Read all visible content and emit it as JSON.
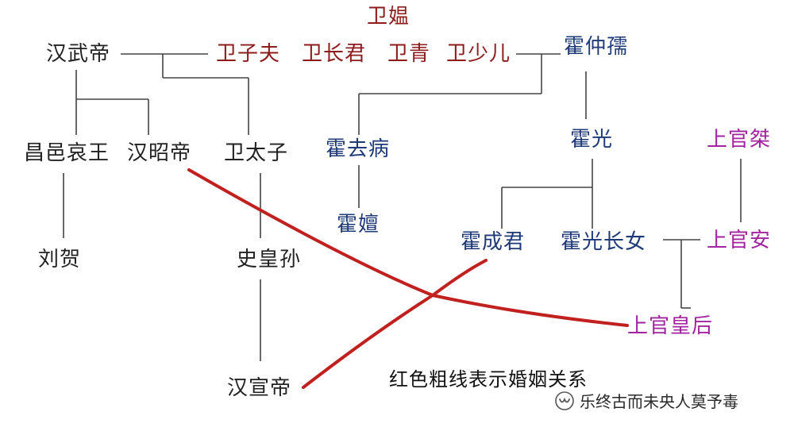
{
  "colors": {
    "black": "#222222",
    "wei_family": "#8e1c1c",
    "huo_family": "#1e3a78",
    "shangguan_family": "#a324a0",
    "marriage_line": "#c0201e",
    "kinship_line": "#444444"
  },
  "people": {
    "wei_ao": "卫媪",
    "han_wudi": "汉武帝",
    "wei_zifu": "卫子夫",
    "wei_zhangjun": "卫长君",
    "wei_qing": "卫青",
    "wei_shaoer": "卫少儿",
    "huo_zhongru": "霍仲孺",
    "changyi_aiwang": "昌邑哀王",
    "han_zhaodi": "汉昭帝",
    "wei_taizi": "卫太子",
    "huo_qubing": "霍去病",
    "huo_guang": "霍光",
    "shangguan_jie": "上官桀",
    "liu_he": "刘贺",
    "shi_huangsun": "史皇孙",
    "huo_shan": "霍嬗",
    "huo_chengjun": "霍成君",
    "huo_guang_eldest_daughter": "霍光长女",
    "shangguan_an": "上官安",
    "shangguan_huanghou": "上官皇后",
    "han_xuandi": "汉宣帝"
  },
  "legend": {
    "marriage_caption": "红色粗线表示婚姻关系"
  },
  "watermark": {
    "icon": "wechat-channel-icon",
    "text": "乐终古而未央人莫予毒"
  }
}
